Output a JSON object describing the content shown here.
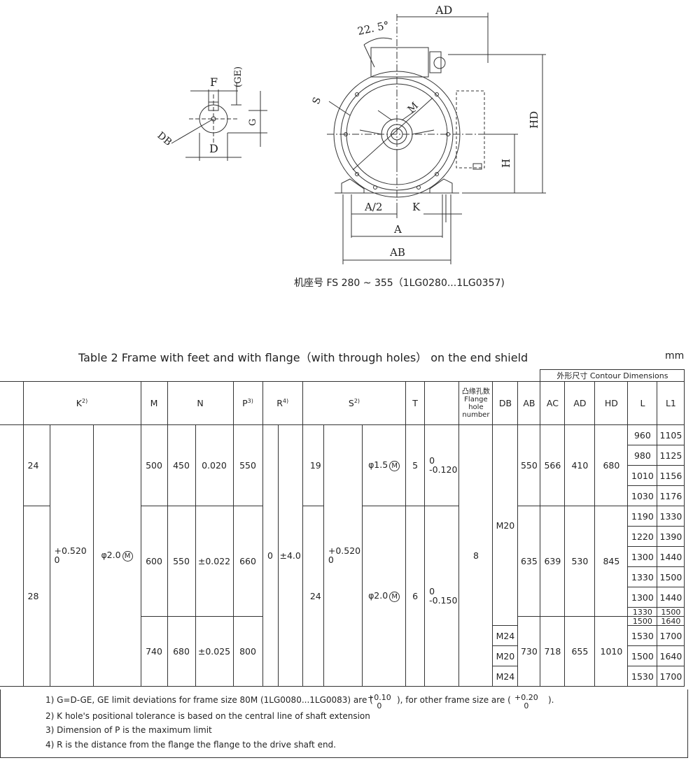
{
  "drawing_left": {
    "labels": {
      "f": "F",
      "ge": "(GE)",
      "g": "G",
      "d": "D",
      "db": "DB"
    }
  },
  "drawing_main": {
    "labels": {
      "ad": "AD",
      "angle": "22. 5°",
      "s": "S",
      "m": "M",
      "hd": "HD",
      "h": "H",
      "a_half": "A/2",
      "k": "K",
      "a": "A",
      "ab": "AB"
    }
  },
  "caption": "机座号 FS 280 ~ 355（1LG0280...1LG0357)",
  "table": {
    "title": "Table 2   Frame with feet and with flange（with through holes） on the end shield",
    "unit": "mm",
    "contour_header": "外形尺寸  Contour Dimensions",
    "headers": {
      "k": "K",
      "k_sup": "2)",
      "m": "M",
      "n": "N",
      "p": "P",
      "p_sup": "3)",
      "r": "R",
      "r_sup": "4)",
      "s": "S",
      "s_sup": "2)",
      "t": "T",
      "flange_cn": "凸缘孔数",
      "flange_1": "Flange",
      "flange_2": "hole",
      "flange_3": "number",
      "db": "DB",
      "ab": "AB",
      "ac": "AC",
      "ad": "AD",
      "hd": "HD",
      "l": "L",
      "l1": "L1"
    },
    "cells": {
      "k_24": "24",
      "k_28": "28",
      "k_tol_top": "+0.520",
      "k_tol_bot": "0",
      "k_pos_tol": "φ2.0",
      "circled_m": "M",
      "g1_m": "500",
      "g1_n": "450",
      "g1_n_tol": "0.020",
      "g1_p": "550",
      "g2_m": "600",
      "g2_n": "550",
      "g2_n_tol": "±0.022",
      "g2_p": "660",
      "g3_m": "740",
      "g3_n": "680",
      "g3_n_tol": "±0.025",
      "g3_p": "800",
      "r_val": "0",
      "r_tol": "±4.0",
      "s_19": "19",
      "s_24": "24",
      "s_tol_top": "+0.520",
      "s_tol_bot": "0",
      "s_pos_1": "φ1.5",
      "s_pos_2": "φ2.0",
      "t_1": "5",
      "t_2": "6",
      "t_tol1_top": "0",
      "t_tol1_bot": "-0.120",
      "t_tol2_top": "0",
      "t_tol2_bot": "-0.150",
      "flange_holes": "8",
      "db_1": "M20",
      "db_2": "M24",
      "db_3": "M20",
      "db_4": "M24",
      "g1_ab": "550",
      "g1_ac": "566",
      "g1_ad": "410",
      "g1_hd": "680",
      "g2_ab": "635",
      "g2_ac": "639",
      "g2_ad": "530",
      "g2_hd": "845",
      "g3_ab": "730",
      "g3_ac": "718",
      "g3_ad": "655",
      "g3_hd": "1010",
      "l_rows": [
        [
          "960",
          "1105"
        ],
        [
          "980",
          "1125"
        ],
        [
          "1010",
          "1156"
        ],
        [
          "1030",
          "1176"
        ],
        [
          "1190",
          "1330"
        ],
        [
          "1220",
          "1390"
        ],
        [
          "1300",
          "1440"
        ],
        [
          "1330",
          "1500"
        ],
        [
          "1300",
          "1440"
        ],
        [
          "1330",
          "1500"
        ],
        [
          "1500",
          "1640"
        ],
        [
          "1530",
          "1700"
        ],
        [
          "1500",
          "1640"
        ],
        [
          "1530",
          "1700"
        ]
      ]
    }
  },
  "notes": {
    "n1a": "1) G=D-GE, GE limit deviations for frame size 80M (1LG0080...1LG0083) are (",
    "n1_tol1_top": "+0.10",
    "n1_tol1_bot": "0",
    "n1b": "), for other frame size are (",
    "n1_tol2_top": "+0.20",
    "n1_tol2_bot": "0",
    "n1c": ").",
    "n2": "2)  K hole's positional tolerance is based on the central line of shaft extension",
    "n3": "3) Dimension of P is the maximum limit",
    "n4": "4) R is the distance from the flange the flange to the drive shaft end."
  }
}
